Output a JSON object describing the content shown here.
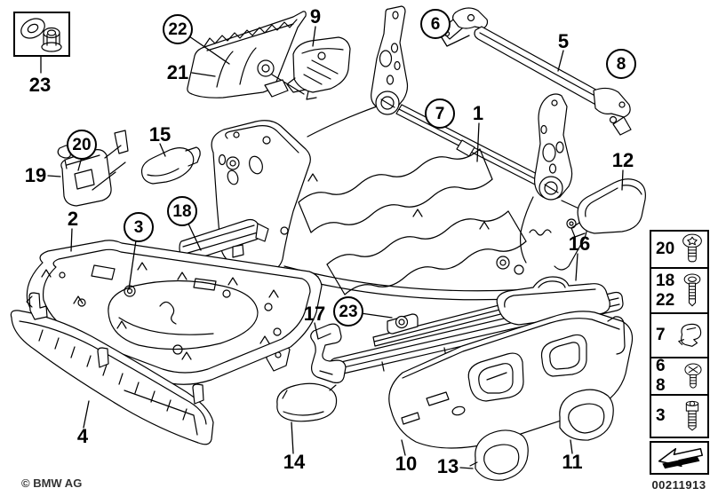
{
  "inset": {
    "icon": "washer-and-flange-nut-icon"
  },
  "callouts": [
    {
      "text": "23",
      "circled": false
    },
    {
      "text": "22",
      "circled": true
    },
    {
      "text": "21",
      "circled": false
    },
    {
      "text": "9",
      "circled": false
    },
    {
      "text": "6",
      "circled": true
    },
    {
      "text": "5",
      "circled": false
    },
    {
      "text": "8",
      "circled": true
    },
    {
      "text": "7",
      "circled": true
    },
    {
      "text": "1",
      "circled": false
    },
    {
      "text": "12",
      "circled": false
    },
    {
      "text": "20",
      "circled": true
    },
    {
      "text": "15",
      "circled": false
    },
    {
      "text": "19",
      "circled": false
    },
    {
      "text": "18",
      "circled": true
    },
    {
      "text": "2",
      "circled": false
    },
    {
      "text": "3",
      "circled": true
    },
    {
      "text": "16",
      "circled": false
    },
    {
      "text": "17",
      "circled": false
    },
    {
      "text": "23",
      "circled": true
    },
    {
      "text": "4",
      "circled": false
    },
    {
      "text": "14",
      "circled": false
    },
    {
      "text": "10",
      "circled": false
    },
    {
      "text": "13",
      "circled": false
    },
    {
      "text": "11",
      "circled": false
    }
  ],
  "legend": {
    "rows": [
      {
        "labels": [
          "20"
        ],
        "icon": "button-head-torx-screw-icon"
      },
      {
        "labels": [
          "18",
          "22"
        ],
        "icon": "pan-head-torx-screw-icon"
      },
      {
        "labels": [
          "7"
        ],
        "icon": "spring-clip-icon"
      },
      {
        "labels": [
          "6",
          "8"
        ],
        "icon": "phillips-pan-screw-icon"
      },
      {
        "labels": [
          "3"
        ],
        "icon": "socket-head-screw-icon"
      }
    ],
    "direction_symbol": "driving-direction-arrow-icon"
  },
  "footer": {
    "copyright": "© BMW AG",
    "doc_number": "00211913"
  },
  "colors": {
    "line": "#000000",
    "background": "#ffffff"
  }
}
